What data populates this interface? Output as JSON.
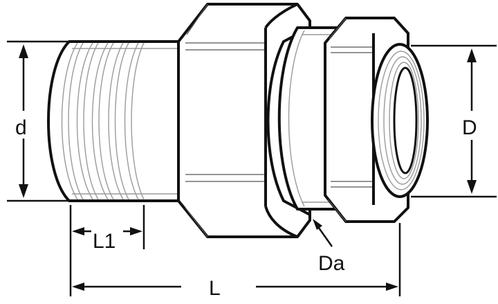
{
  "diagram": {
    "labels": {
      "d": "d",
      "D": "D",
      "L1": "L1",
      "L": "L",
      "Da": "Da"
    }
  }
}
